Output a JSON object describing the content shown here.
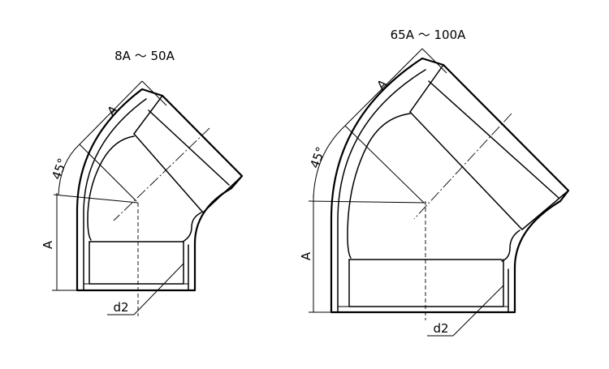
{
  "figures": [
    {
      "caption": "8A ～ 50A",
      "dim_a_top": "A",
      "dim_angle": "45°",
      "dim_a_left": "A",
      "dim_d2": "d2"
    },
    {
      "caption": "65A ～ 100A",
      "dim_a_top": "A",
      "dim_angle": "45°",
      "dim_a_left": "A",
      "dim_d2": "d2"
    }
  ],
  "colors": {
    "line": "#000000",
    "background": "#ffffff"
  }
}
